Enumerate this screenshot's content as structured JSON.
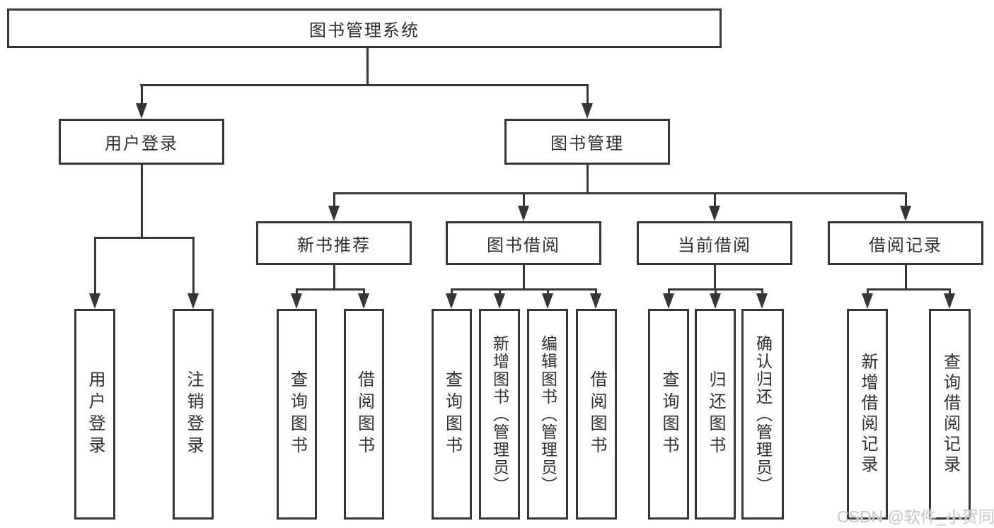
{
  "diagram": {
    "title": "图书管理系统",
    "root": {
      "label": "图书管理系统"
    },
    "level2": [
      {
        "label": "用户登录"
      },
      {
        "label": "图书管理"
      }
    ],
    "level3": [
      {
        "label": "新书推荐"
      },
      {
        "label": "图书借阅"
      },
      {
        "label": "当前借阅"
      },
      {
        "label": "借阅记录"
      }
    ],
    "leaves": {
      "userLogin": [
        {
          "label": "用户登录"
        },
        {
          "label": "注销登录"
        }
      ],
      "newBook": [
        {
          "label": "查询图书"
        },
        {
          "label": "借阅图书"
        }
      ],
      "bookBorrow": [
        {
          "label": "查询图书"
        },
        {
          "label": "新增图书（管理员）"
        },
        {
          "label": "编辑图书（管理员）"
        },
        {
          "label": "借阅图书"
        }
      ],
      "currentBorrow": [
        {
          "label": "查询图书"
        },
        {
          "label": "归还图书"
        },
        {
          "label": "确认归还（管理员）"
        }
      ],
      "borrowRecords": [
        {
          "label": "新增借阅记录"
        },
        {
          "label": "查询借阅记录"
        }
      ]
    },
    "watermark": "CSDN @软件_小贺同学",
    "colors": {
      "line": "#363636",
      "text": "#2e2e2e",
      "watermark": "#c6c6c6",
      "background": "#ffffff"
    }
  }
}
